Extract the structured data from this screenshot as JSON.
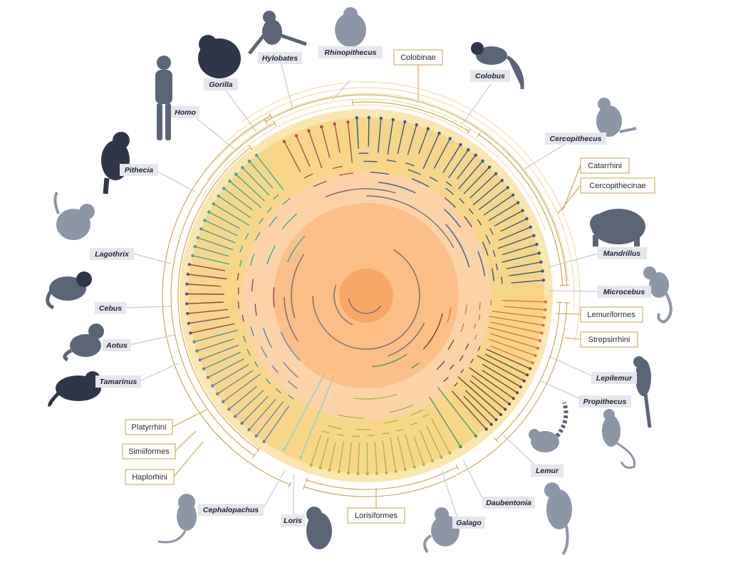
{
  "genera": {
    "rhinopithecus": "Rhinopithecus",
    "colobus": "Colobus",
    "cercopithecus": "Cercopithecus",
    "mandrillus": "Mandrillus",
    "microcebus": "Microcebus",
    "lepilemur": "Lepilemur",
    "propithecus": "Propithecus",
    "lemur": "Lemur",
    "daubentonia": "Daubentonia",
    "galago": "Galago",
    "loris": "Loris",
    "cephalopachus": "Cephalopachus",
    "tamarinus": "Tamarinus",
    "aotus": "Aotus",
    "cebus": "Cebus",
    "lagothrix": "Lagothrix",
    "pithecia": "Pithecia",
    "homo": "Homo",
    "gorilla": "Gorilla",
    "hylobates": "Hylobates"
  },
  "clades": {
    "colobinae": "Colobinae",
    "catarrhini": "Catarrhini",
    "cercopithecinae": "Cercopithecinae",
    "lemuriformes": "Lemuriformes",
    "strepsirrhini": "Strepsirrhini",
    "lorisiformes": "Lorisiformes",
    "platyrrhini": "Platyrrhini",
    "simiiformes": "Simiiformes",
    "haplorhini": "Haplorhini"
  },
  "colors": {
    "core": "#f7a866",
    "ring_inner": "#fbbf87",
    "ring_mid": "#fcd3a6",
    "ring_outer": "#f7d68a",
    "ring_edge": "#fbe6b1",
    "catarrhini_branch": "#2f5d8a",
    "hominoid_branch": "#b4494b",
    "lemur_branch": "#e8742c",
    "lemur_branch_dark": "#6b4a35",
    "loris_branch": "#a7b93c",
    "galago_branch": "#3f9a5a",
    "tarsier_branch": "#8fd1c8",
    "platyrrhini_branch_a": "#2fa8a4",
    "platyrrhini_branch_b": "#5a86b0",
    "platyrrhini_branch_c": "#8a4270",
    "bracket": "#c9a34a",
    "silhouette": "#5b6577"
  }
}
